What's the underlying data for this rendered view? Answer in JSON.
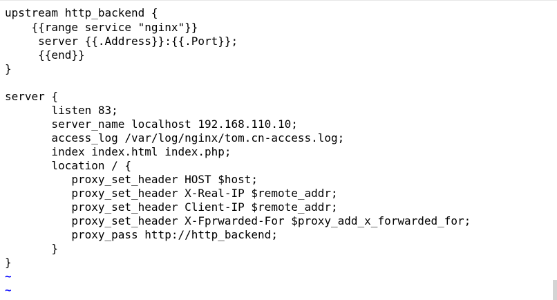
{
  "editor": {
    "lines": [
      "upstream http_backend {",
      "    {{range service \"nginx\"}}",
      "     server {{.Address}}:{{.Port}};",
      "     {{end}}",
      "}",
      "",
      "server {",
      "       listen 83;",
      "       server_name localhost 192.168.110.10;",
      "       access_log /var/log/nginx/tom.cn-access.log;",
      "       index index.html index.php;",
      "       location / {",
      "          proxy_set_header HOST $host;",
      "          proxy_set_header X-Real-IP $remote_addr;",
      "          proxy_set_header Client-IP $remote_addr;",
      "          proxy_set_header X-Fprwarded-For $proxy_add_x_forwarded_for;",
      "          proxy_pass http://http_backend;",
      "       }",
      "}"
    ],
    "empty_line_markers": [
      "~",
      "~"
    ],
    "colors": {
      "text": "#000000",
      "tilde": "#0000ff",
      "background": "#ffffff"
    }
  }
}
